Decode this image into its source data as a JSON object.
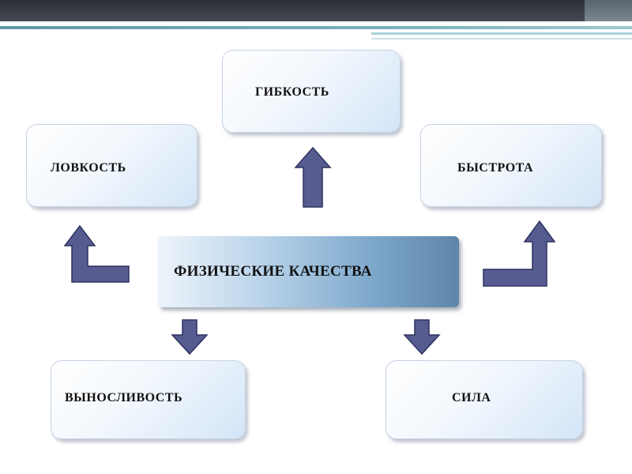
{
  "diagram": {
    "center": {
      "label": "ФИЗИЧЕСКИЕ КАЧЕСТВА"
    },
    "nodes": [
      {
        "id": "flexibility",
        "label": "ГИБКОСТЬ"
      },
      {
        "id": "agility",
        "label": "ЛОВКОСТЬ"
      },
      {
        "id": "speed",
        "label": "БЫСТРОТА"
      },
      {
        "id": "endurance",
        "label": "ВЫНОСЛИВОСТЬ"
      },
      {
        "id": "strength",
        "label": "СИЛА"
      }
    ],
    "arrow_color": "#565c8f",
    "arrow_stroke": "#2d3160"
  }
}
